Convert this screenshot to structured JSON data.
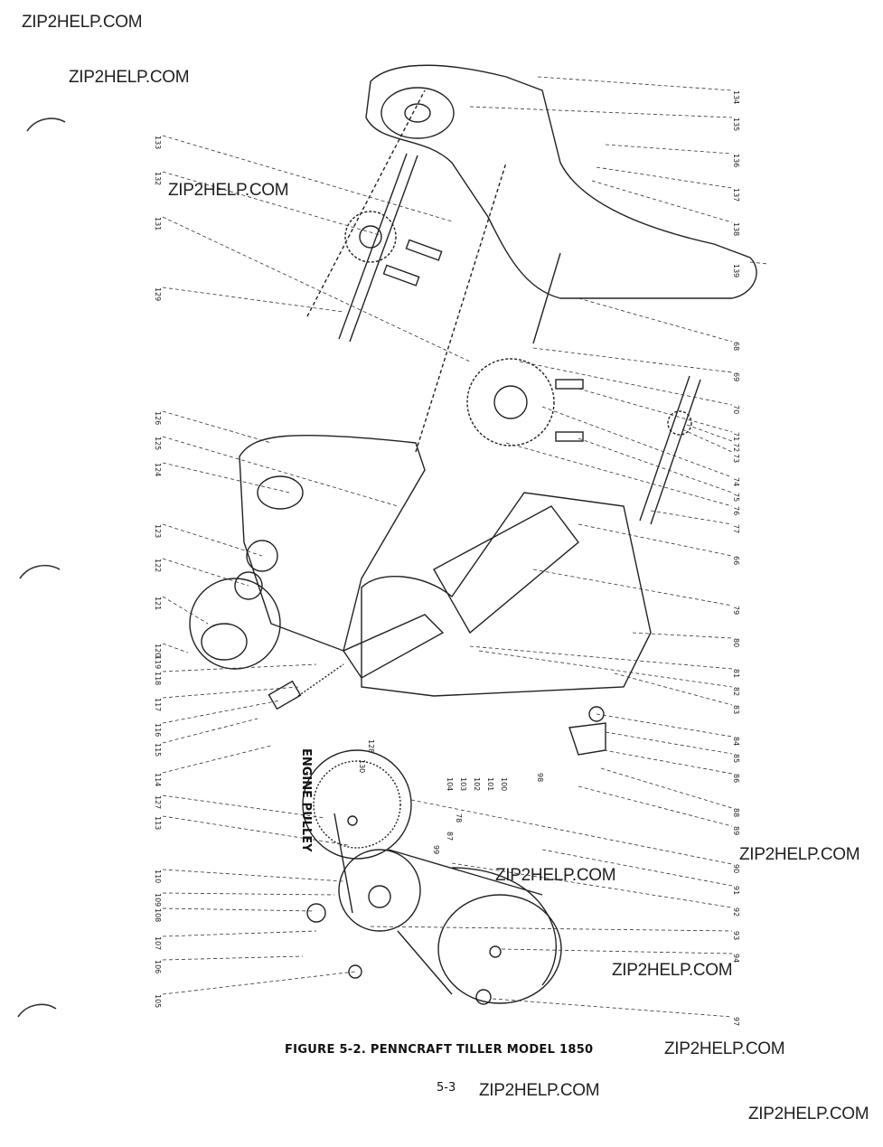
{
  "watermarks": {
    "w1": "ZIP2HELP.COM",
    "w2": "ZIP2HELP.COM",
    "w3": "ZIP2HELP.COM",
    "w4": "ZIP2HELP.COM",
    "w5": "ZIP2HELP.COM",
    "w6": "ZIP2HELP.COM",
    "w7": "ZIP2HELP.COM",
    "w8": "ZIP2HELP.COM",
    "w9": "ZIP2HELP.COM"
  },
  "figure": {
    "caption": "FIGURE 5-2. PENNCRAFT TILLER MODEL 1850",
    "page_number": "5-3",
    "engine_label": "ENGINE PULLEY"
  },
  "callouts_right": [
    "134",
    "135",
    "136",
    "137",
    "138",
    "139",
    "68",
    "69",
    "70",
    "71",
    "72",
    "73",
    "74",
    "75",
    "76",
    "77",
    "66",
    "79",
    "80",
    "81",
    "82",
    "83",
    "84",
    "85",
    "86",
    "88",
    "89",
    "90",
    "91",
    "92",
    "93",
    "94",
    "97"
  ],
  "callouts_left": [
    "133",
    "132",
    "131",
    "129",
    "126",
    "125",
    "124",
    "123",
    "122",
    "121",
    "120",
    "119",
    "118",
    "117",
    "116",
    "115",
    "114",
    "127",
    "113",
    "110",
    "109",
    "108",
    "107",
    "106",
    "105"
  ],
  "callouts_center": [
    "128",
    "130",
    "100",
    "101",
    "102",
    "103",
    "104",
    "98",
    "78",
    "87",
    "99"
  ]
}
